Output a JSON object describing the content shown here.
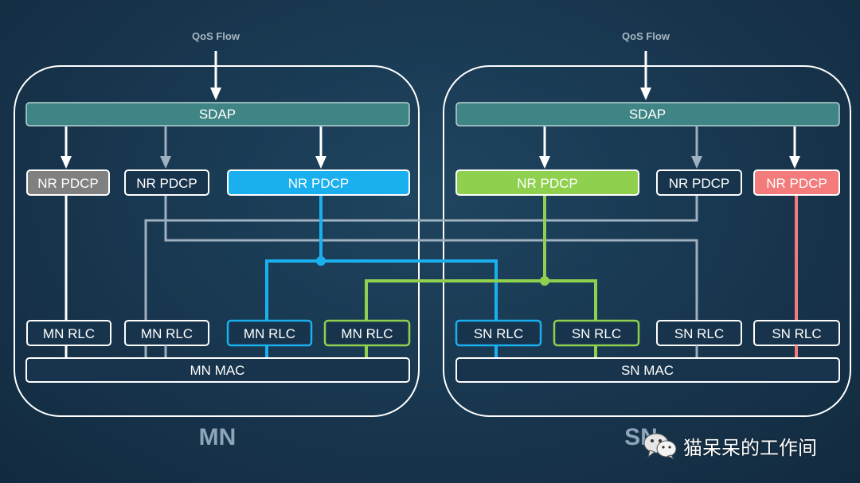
{
  "qos_flow_left": "QoS Flow",
  "qos_flow_right": "QoS Flow",
  "mn": {
    "label": "MN",
    "sdap": "SDAP",
    "pdcp": [
      "NR PDCP",
      "NR PDCP",
      "NR PDCP"
    ],
    "rlc": [
      "MN RLC",
      "MN RLC",
      "MN RLC",
      "MN RLC"
    ],
    "mac": "MN MAC"
  },
  "sn": {
    "label": "SN",
    "sdap": "SDAP",
    "pdcp": [
      "NR PDCP",
      "NR PDCP",
      "NR PDCP"
    ],
    "rlc": [
      "SN RLC",
      "SN RLC",
      "SN RLC",
      "SN RLC"
    ],
    "mac": "SN MAC"
  },
  "watermark": "猫呆呆的工作间",
  "colors": {
    "background": "#17344c",
    "teal": "#3f8585",
    "gray_bearer": "#808080",
    "blue_bearer": "#1ab0f0",
    "green_bearer": "#8fd14f",
    "red_bearer": "#f47b7b",
    "light_line": "#9fb0bf"
  }
}
